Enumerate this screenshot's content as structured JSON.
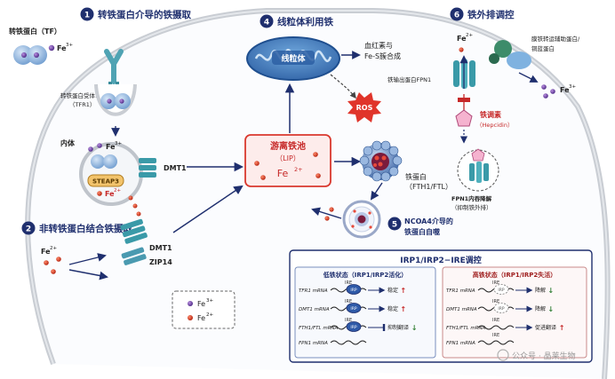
{
  "sections": [
    {
      "num": "1",
      "title": "转铁蛋白介导的铁摄取"
    },
    {
      "num": "2",
      "title": "非转铁蛋白结合铁摄取"
    },
    {
      "num": "4",
      "title": "线粒体利用铁"
    },
    {
      "num": "5",
      "title": "NCOA4介导的",
      "title2": "铁蛋白自噬"
    },
    {
      "num": "6",
      "title": "铁外排调控"
    }
  ],
  "labels": {
    "transferrin": "转铁蛋白（TF）",
    "fe3": "Fe",
    "fe3_sup": "3+",
    "fe2": "Fe",
    "fe2_sup": "2+",
    "tfr1_line1": "转铁蛋白受体1",
    "tfr1_line2": "（TFR1）",
    "endosome": "内体",
    "steap3": "STEAP3",
    "dmt1": "DMT1",
    "zip14": "ZIP14",
    "mito": "线粒体",
    "heme_line1": "血红素与",
    "heme_line2": "Fe-S簇合成",
    "ros": "ROS",
    "lip_title": "游离铁池",
    "lip_sub": "（LIP）",
    "ferritin_line1": "铁蛋白",
    "ferritin_line2": "（FTH1/FTL）",
    "fpn1": "铁输出蛋白FPN1",
    "ceruloplasmin_line1": "膜铁转运辅助蛋白/",
    "ceruloplasmin_line2": "铜蓝蛋白",
    "hepcidin_line1": "铁调素",
    "hepcidin_line2": "（Hepcidin）",
    "fpn_deg_line1": "FPN1内吞降解",
    "fpn_deg_line2": "（抑制铁外排）",
    "legend_fe3": "Fe",
    "legend_fe3_sup": "3+",
    "legend_fe2": "Fe",
    "legend_fe2_sup": "2+"
  },
  "irp_panel": {
    "title": "IRP1/IRP2−IRE调控",
    "low": {
      "header": "低铁状态（IRP1/IRP2活化）",
      "rows": [
        {
          "mrna": "TFR1 mRNA",
          "tag": "IRE",
          "irp": "IRP",
          "result": "稳定",
          "arrow": "↑"
        },
        {
          "mrna": "DMT1 mRNA",
          "tag": "IRE",
          "irp": "IRP",
          "result": "稳定",
          "arrow": "↑"
        },
        {
          "mrna": "FTH1/FTL mRNA",
          "tag": "IRE",
          "irp": "IRP",
          "result": "抑制翻译",
          "arrow": "↓"
        },
        {
          "mrna": "FPN1 mRNA",
          "tag": "",
          "irp": "",
          "result": "",
          "arrow": ""
        }
      ]
    },
    "high": {
      "header": "高铁状态（IRP1/IRP2失活）",
      "rows": [
        {
          "mrna": "TFR1 mRNA",
          "tag": "IRE",
          "irp": "IRP",
          "result": "降解",
          "arrow": "↓"
        },
        {
          "mrna": "DMT1 mRNA",
          "tag": "IRE",
          "irp": "IRP",
          "result": "降解",
          "arrow": "↓"
        },
        {
          "mrna": "FTH1/FTL mRNA",
          "tag": "IRE",
          "irp": "",
          "result": "促进翻译",
          "arrow": "↑"
        },
        {
          "mrna": "FPN1 mRNA",
          "tag": "IRE",
          "irp": "",
          "result": "",
          "arrow": ""
        }
      ]
    }
  },
  "watermark": "公众号 · 晶莱生物",
  "colors": {
    "navy": "#1f2f6e",
    "fe3": "#6a3fa0",
    "fe2": "#d9381e",
    "teal": "#3a9aa8",
    "blue": "#4a78b8",
    "lip_border": "#d9382e",
    "lip_fill": "#fdeceb"
  }
}
